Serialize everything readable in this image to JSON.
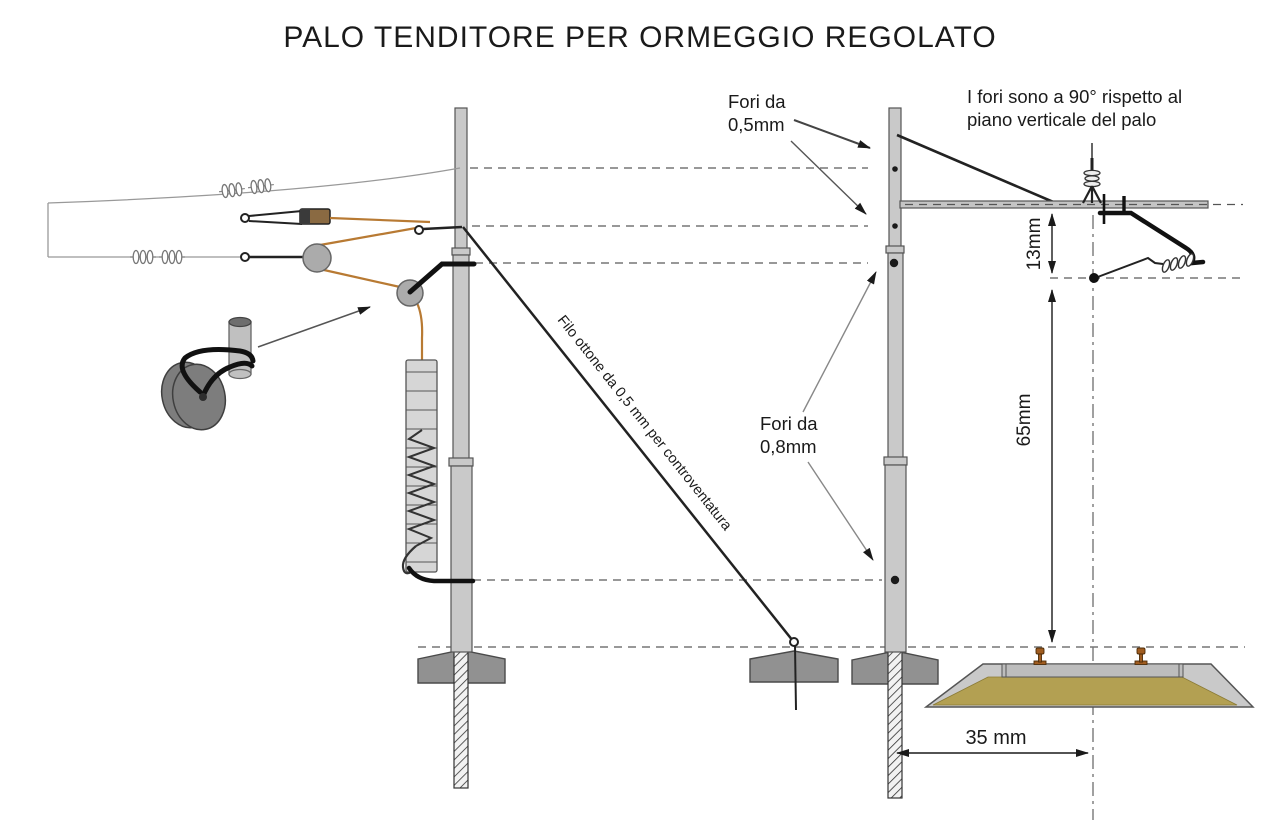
{
  "title": "PALO TENDITORE PER ORMEGGIO REGOLATO",
  "labels": {
    "holes_small_line1": "Fori da",
    "holes_small_line2": "0,5mm",
    "holes_large_line1": "Fori da",
    "holes_large_line2": "0,8mm",
    "note_line1": "I fori sono a 90° rispetto al",
    "note_line2": "piano verticale del palo",
    "guy_wire": "Filo ottone da 0,5 mm per controventatura"
  },
  "dimensions": {
    "bar_to_anchor": "13mm",
    "anchor_to_rail": "65mm",
    "pole_to_track_axis": "35 mm"
  },
  "colors": {
    "pole_gray": "#c9c9c9",
    "foundation_gray": "#919191",
    "brass_wire": "#b87a33",
    "turnbuckle_brass": "#8a6a42",
    "ballast_tan": "#b3a052",
    "rail_brown": "#a05c20",
    "drawing_black": "#1a1a1a",
    "guide_dash_gray": "#777777"
  }
}
